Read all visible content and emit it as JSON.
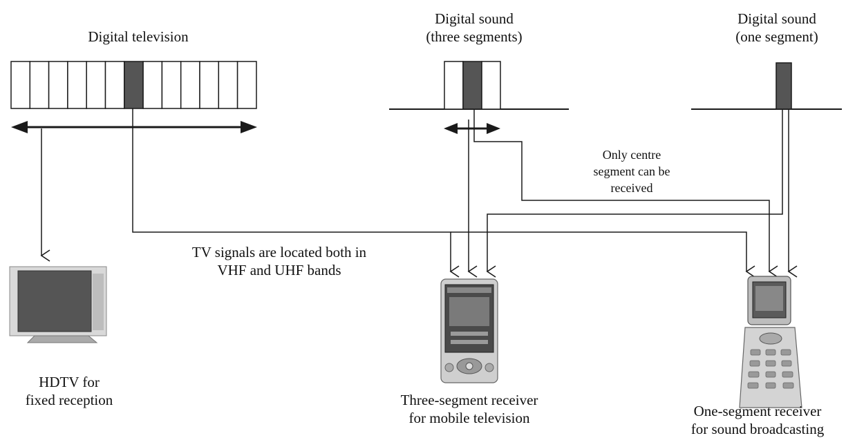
{
  "headings": {
    "digital_tv": "Digital television",
    "sound_three": [
      "Digital sound",
      "(three segments)"
    ],
    "sound_one": [
      "Digital sound",
      "(one segment)"
    ]
  },
  "annotations": {
    "centre_only": [
      "Only centre",
      "segment can be",
      "received"
    ],
    "tv_bands": [
      "TV signals are located both in",
      "VHF and UHF bands"
    ]
  },
  "devices": {
    "hdtv": [
      "HDTV for",
      "fixed reception"
    ],
    "three_seg": [
      "Three-segment receiver",
      "for mobile television"
    ],
    "one_seg": [
      "One-segment receiver",
      "for sound broadcasting"
    ]
  },
  "segments": {
    "tv_count": 13,
    "tv_highlight_index": 6,
    "three_count": 3,
    "three_highlight_index": 1
  },
  "colors": {
    "line": "#1a1a1a",
    "segment_fill": "#ffffff",
    "highlight_fill": "#555555"
  }
}
